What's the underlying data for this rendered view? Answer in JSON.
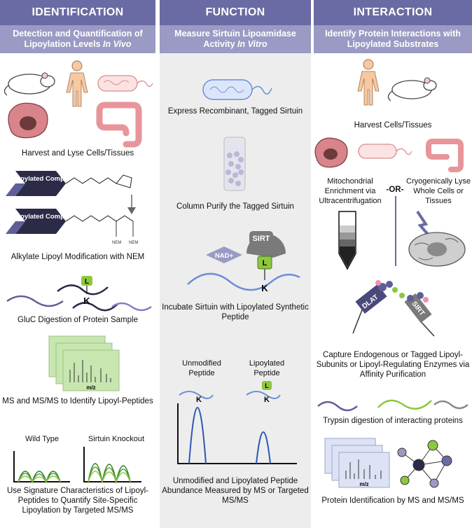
{
  "identification": {
    "header": "IDENTIFICATION",
    "subtitle_main": "Detection and Quantification of Lipoylation Levels ",
    "subtitle_em": "In Vivo",
    "steps": [
      "Harvest and Lyse Cells/Tissues",
      "Alkylate Lipoyl Modification with NEM",
      "GluC Digestion of Protein Sample",
      "MS and MS/MS to Identify Lipoyl-Peptides",
      "Use Signature Characteristics of Lipoyl-Peptides to Quantify Site-Specific Lipoylation by Targeted MS/MS"
    ],
    "complex_label": "Lipoylated Complex",
    "nem_label": "NEM",
    "lysine": "K",
    "lipoyl": "L",
    "mz_label": "m/z",
    "wild_type": "Wild Type",
    "knockout": "Sirtuin Knockout"
  },
  "function": {
    "header": "FUNCTION",
    "subtitle_main": "Measure Sirtuin Lipoamidase Activity ",
    "subtitle_em": "In Vitro",
    "steps": [
      "Express Recombinant, Tagged Sirtuin",
      "Column Purify the Tagged Sirtuin",
      "Incubate Sirtuin with Lipoylated Synthetic Peptide",
      "Unmodified and Lipoylated Peptide Abundance Measured by MS or Targeted MS/MS"
    ],
    "nad": "NAD+",
    "sirt": "SIRT",
    "unmodified": "Unmodified Peptide",
    "lipoylated": "Lipoylated Peptide",
    "lysine": "K",
    "lipoyl": "L"
  },
  "interaction": {
    "header": "INTERACTION",
    "subtitle": "Identify Protein Interactions with Lipoylated Substrates",
    "steps": [
      "Harvest Cells/Tissues",
      "Capture Endogenous or Tagged Lipoyl-Subunits or Lipoyl-Regulating Enzymes via Affinity Purification",
      "Trypsin digestion of interacting proteins",
      "Protein Identification by MS and MS/MS"
    ],
    "option_left": "Mitochondrial Enrichment via Ultracentrifugation",
    "or": "-OR-",
    "option_right": "Cryogenically Lyse Whole Cells or Tissues",
    "dlat": "DLAT",
    "sirt": "SIRT",
    "mz_label": "m/z"
  },
  "colors": {
    "header": "#6a6aa4",
    "subheader": "#9a9ac4",
    "middle_bg": "#ededed",
    "complex_dark": "#2b2b48",
    "complex_mid": "#5e5e98",
    "lipoyl_green": "#8dc63f",
    "peptide_blue": "#6a8fd8",
    "peak_blue": "#2e55b8",
    "spectrum_green": "#c8e6b0"
  }
}
